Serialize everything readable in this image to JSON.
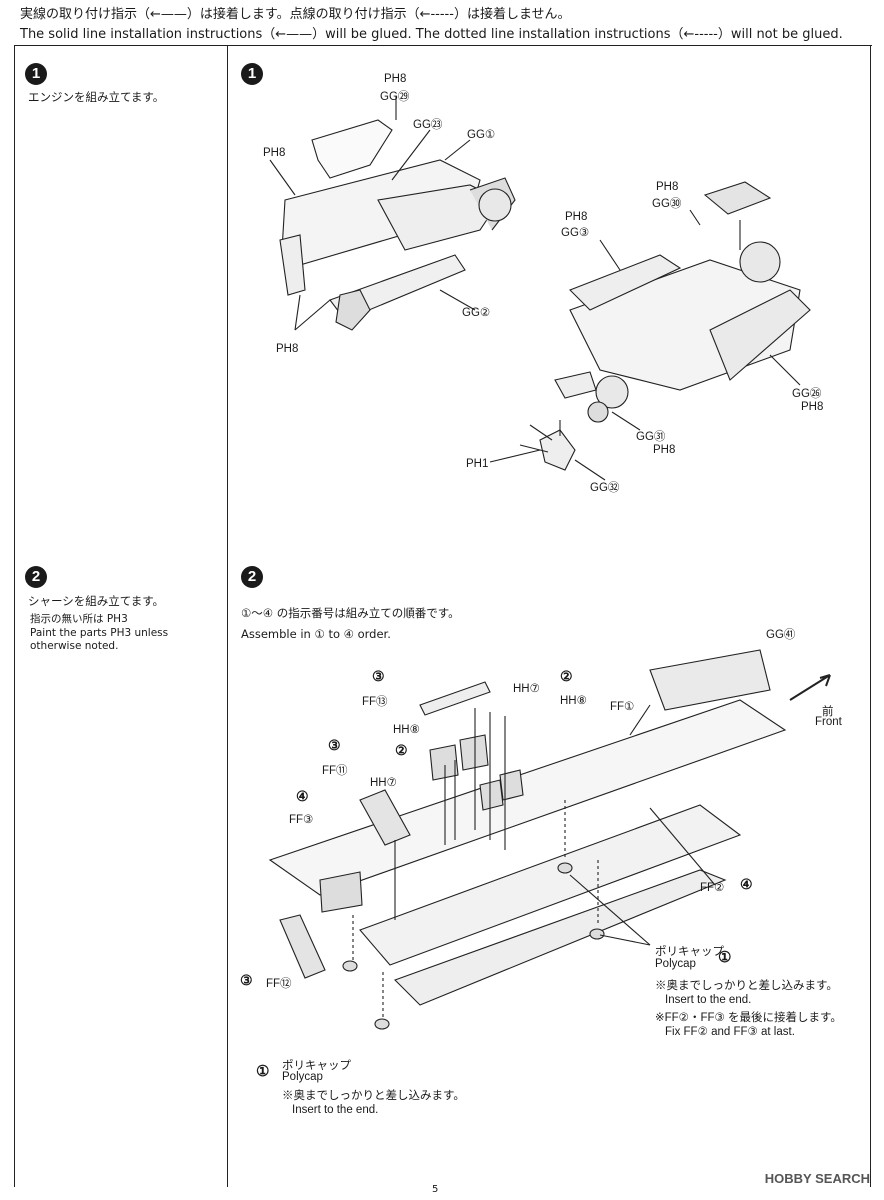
{
  "header": {
    "line_jp": "実線の取り付け指示（←——）は接着します。点線の取り付け指示（←-----）は接着しません。",
    "line_en": "The solid line installation instructions（←——）will be glued. The dotted line installation instructions（←-----）will not be glued."
  },
  "step1": {
    "number": "1",
    "desc_jp": "エンジンを組み立てます。",
    "labels": {
      "ph8_a": "PH8",
      "gg29": "GG㉙",
      "gg23": "GG㉓",
      "gg1": "GG①",
      "ph8_b": "PH8",
      "gg2": "GG②",
      "ph8_c": "PH8",
      "ph8_d": "PH8",
      "gg30": "GG㉚",
      "ph8_e": "PH8",
      "gg3": "GG③",
      "gg26": "GG㉖",
      "ph8_f": "PH8",
      "gg31": "GG㉛",
      "ph8_g": "PH8",
      "ph1": "PH1",
      "gg32": "GG㉜"
    }
  },
  "step2": {
    "number": "2",
    "desc_jp": "シャーシを組み立てます。",
    "note_jp": "指示の無い所は PH3",
    "note_en1": "Paint the parts PH3 unless",
    "note_en2": "otherwise noted.",
    "order_jp": "①～④ の指示番号は組み立ての順番です。",
    "order_en": "Assemble in ① to ④ order.",
    "labels": {
      "gg41": "GG㊶",
      "front_jp": "前",
      "front_en": "Front",
      "step3a": "③",
      "ff13": "FF⑬",
      "hh7a": "HH⑦",
      "step2a": "②",
      "hh8a": "HH⑧",
      "ff1": "FF①",
      "hh8b": "HH⑧",
      "step2b": "②",
      "step3b": "③",
      "ff11": "FF⑪",
      "hh7b": "HH⑦",
      "step4a": "④",
      "ff3": "FF③",
      "ff2": "FF②",
      "step4b": "④",
      "step3c": "③",
      "ff12": "FF⑫",
      "polycap_jp_a": "ポリキャップ",
      "polycap_en_a": "Polycap",
      "step1a": "①",
      "insert_jp_a": "※奥までしっかりと差し込みます。",
      "insert_en_a": "Insert to the end.",
      "fix_jp": "※FF②・FF③ を最後に接着します。",
      "fix_en": "Fix FF② and FF③ at last.",
      "polycap_jp_b": "ポリキャップ",
      "polycap_en_b": "Polycap",
      "step1b": "①",
      "insert_jp_b": "※奥までしっかりと差し込みます。",
      "insert_en_b": "Insert to the end."
    }
  },
  "footer": {
    "page": "5",
    "watermark": "HOBBY SEARCH"
  }
}
